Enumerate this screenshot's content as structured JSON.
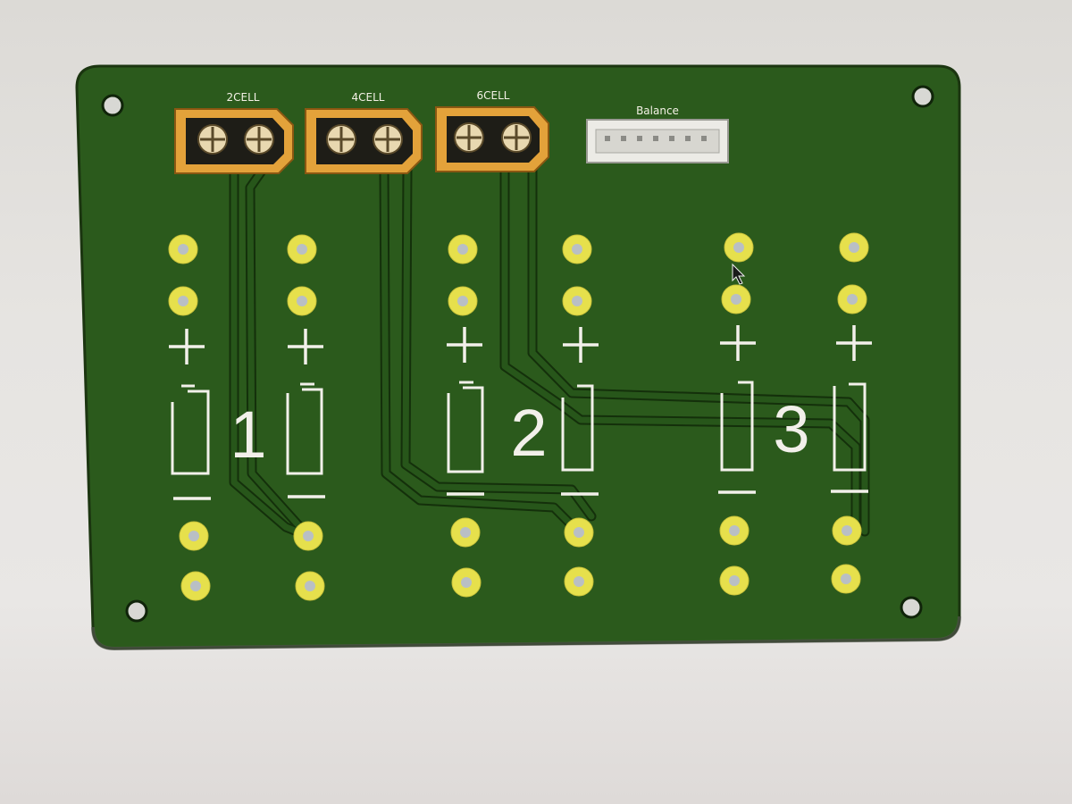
{
  "board": {
    "colors": {
      "substrate": "#2b5a1c",
      "edge": "#1b3510",
      "trace": "#234e16",
      "trace_edge": "#14300b",
      "pad": "#e6e04c",
      "connector": "#e3a23a",
      "silkscreen": "#f2f0ea"
    },
    "connectors": [
      {
        "id": "xt-2cell",
        "label": "2CELL"
      },
      {
        "id": "xt-4cell",
        "label": "4CELL"
      },
      {
        "id": "xt-6cell",
        "label": "6CELL"
      }
    ],
    "balance": {
      "label": "Balance",
      "pins": 7
    },
    "cell_groups": [
      {
        "number": "1"
      },
      {
        "number": "2"
      },
      {
        "number": "3"
      }
    ],
    "polarity": {
      "plus": "+",
      "minus": "—"
    }
  }
}
